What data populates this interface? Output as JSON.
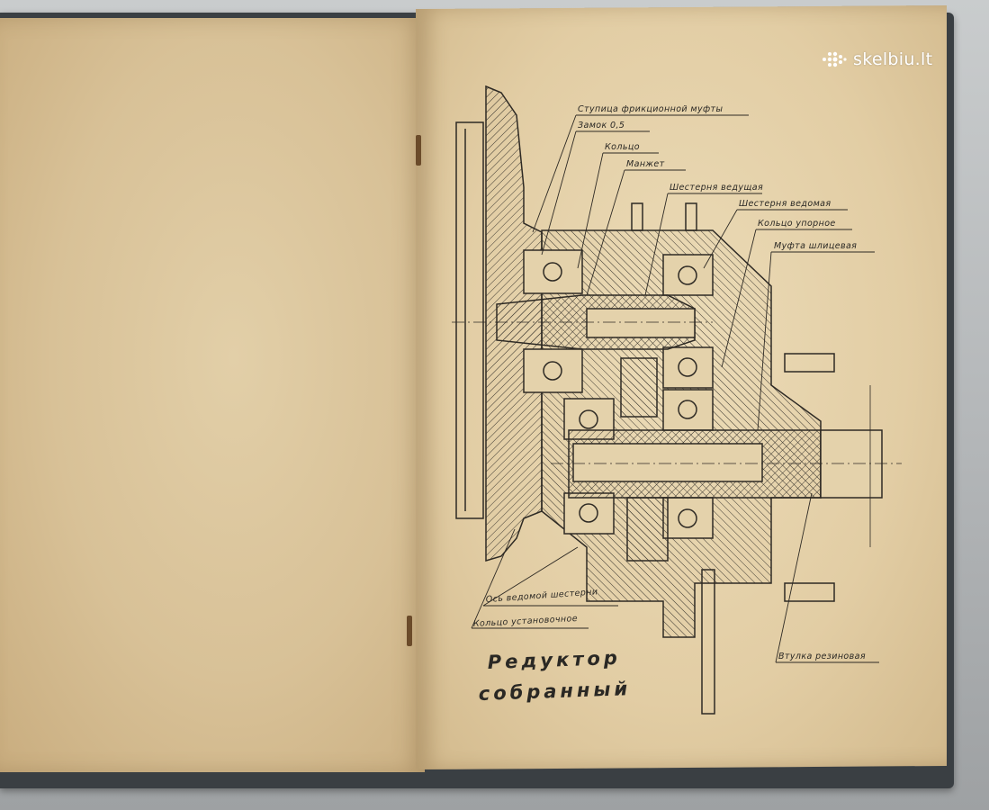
{
  "watermark": {
    "text": "skelbiu.lt",
    "icon": "dots-logo-icon"
  },
  "drawing": {
    "title_line1": "Редуктор",
    "title_line2": "собранный",
    "labels": {
      "flange": "Ступица фрикционной муфты",
      "lock": "Замок 0,5",
      "ring": "Кольцо",
      "cuff": "Манжет",
      "drive_gear": "Шестерня ведущая",
      "driven_gear": "Шестерня ведомая",
      "thrust_ring": "Кольцо упорное",
      "spline_coupling": "Муфта шлицевая",
      "driven_axle": "Ось ведомой шестерни",
      "adjust_ring": "Кольцо установочное",
      "rubber_sleeve": "Втулка резиновая"
    }
  }
}
